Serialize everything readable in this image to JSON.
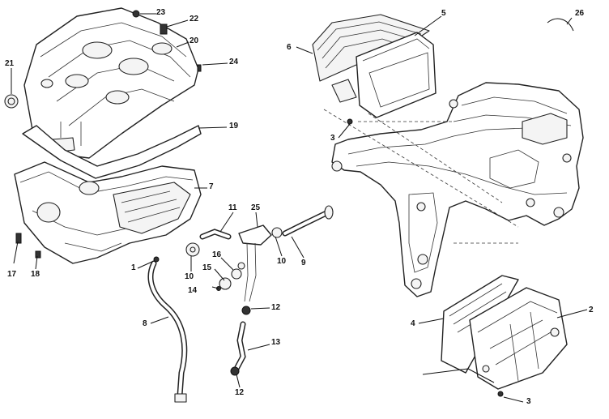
{
  "callouts": [
    "1",
    "2",
    "3",
    "3",
    "4",
    "5",
    "6",
    "7",
    "8",
    "9",
    "10",
    "10",
    "11",
    "12",
    "12",
    "13",
    "14",
    "15",
    "16",
    "17",
    "18",
    "19",
    "20",
    "21",
    "22",
    "23",
    "24",
    "25",
    "26"
  ]
}
